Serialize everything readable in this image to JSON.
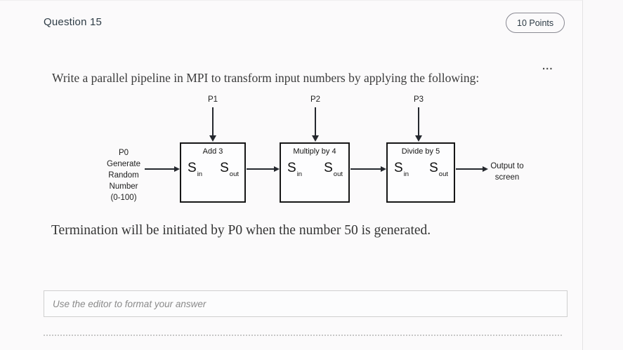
{
  "header": {
    "title": "Question 15",
    "points_badge": "10 Points"
  },
  "icons": {
    "more_options": "..."
  },
  "question": {
    "prompt": "Write a parallel pipeline in MPI to transform input numbers by applying the following:",
    "termination_note": "Termination will be initiated by P0 when the number 50 is generated."
  },
  "diagram": {
    "source": {
      "process": "P0",
      "line1": "Generate",
      "line2": "Random",
      "line3": "Number",
      "line4": "(0-100)"
    },
    "stages": [
      {
        "process": "P1",
        "operation": "Add 3",
        "input_base": "S",
        "input_sub": "in",
        "output_base": "S",
        "output_sub": "out"
      },
      {
        "process": "P2",
        "operation": "Multiply by 4",
        "input_base": "S",
        "input_sub": "in",
        "output_base": "S",
        "output_sub": "out"
      },
      {
        "process": "P3",
        "operation": "Divide by 5",
        "input_base": "S",
        "input_sub": "in",
        "output_base": "S",
        "output_sub": "out"
      }
    ],
    "sink": {
      "line1": "Output to",
      "line2": "screen"
    }
  },
  "answer": {
    "placeholder": "Use the editor to format your answer"
  },
  "colors": {
    "background": "#fbfafb",
    "divider": "#e3e3e3",
    "diagram_line": "#25282e",
    "placeholder_text": "#8a8a8a"
  }
}
